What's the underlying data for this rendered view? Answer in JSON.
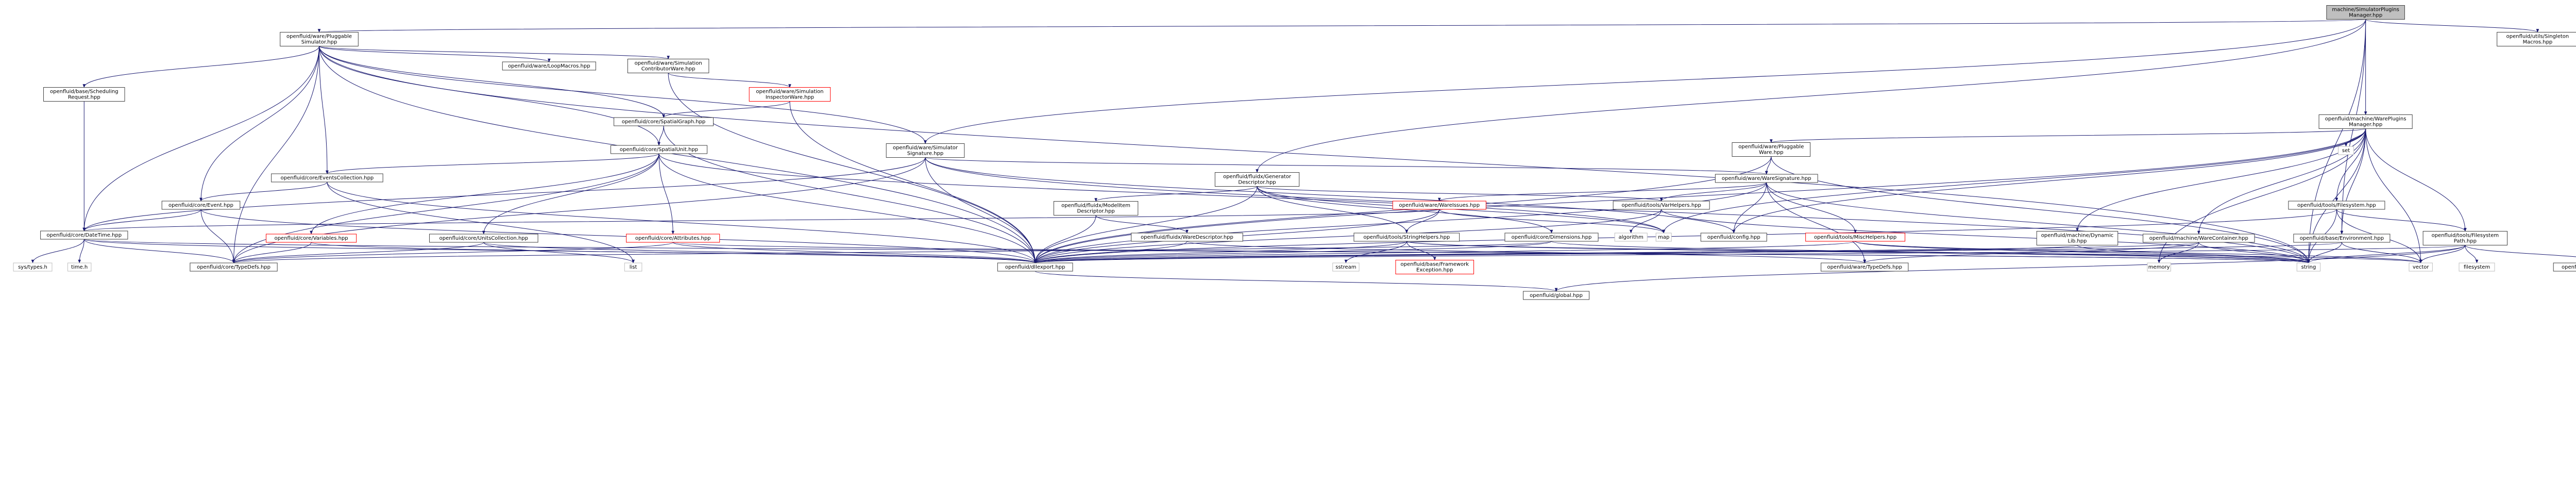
{
  "colors": {
    "edge": "#191970",
    "node_border": "#404040",
    "node_fill": "#ffffff",
    "root_fill": "#bfbfbf",
    "missing_border": "#bfbfbf",
    "red_border": "#ff0000",
    "text": "#000000"
  },
  "graph": {
    "root": "machine_sim",
    "nodes": [
      {
        "id": "machine_sim",
        "lines": [
          "machine/SimulatorPlugins",
          "Manager.hpp"
        ],
        "kind": "root"
      },
      {
        "id": "pluggable_sim",
        "lines": [
          "openfluid/ware/Pluggable",
          "Simulator.hpp"
        ],
        "kind": "normal"
      },
      {
        "id": "singleton",
        "lines": [
          "openfluid/utils/Singleton",
          "Macros.hpp"
        ],
        "kind": "normal"
      },
      {
        "id": "loop_macros",
        "lines": [
          "openfluid/ware/LoopMacros.hpp"
        ],
        "kind": "normal"
      },
      {
        "id": "contributor",
        "lines": [
          "openfluid/ware/Simulation",
          "ContributorWare.hpp"
        ],
        "kind": "normal"
      },
      {
        "id": "scheduling",
        "lines": [
          "openfluid/base/Scheduling",
          "Request.hpp"
        ],
        "kind": "normal"
      },
      {
        "id": "inspector",
        "lines": [
          "openfluid/ware/Simulation",
          "InspectorWare.hpp"
        ],
        "kind": "red"
      },
      {
        "id": "spatialgraph",
        "lines": [
          "openfluid/core/SpatialGraph.hpp"
        ],
        "kind": "normal"
      },
      {
        "id": "spatialunit",
        "lines": [
          "openfluid/core/SpatialUnit.hpp"
        ],
        "kind": "normal"
      },
      {
        "id": "simsig",
        "lines": [
          "openfluid/ware/Simulator",
          "Signature.hpp"
        ],
        "kind": "normal"
      },
      {
        "id": "eventscoll",
        "lines": [
          "openfluid/core/EventsCollection.hpp"
        ],
        "kind": "normal"
      },
      {
        "id": "event",
        "lines": [
          "openfluid/core/Event.hpp"
        ],
        "kind": "normal"
      },
      {
        "id": "datetime",
        "lines": [
          "openfluid/core/DateTime.hpp"
        ],
        "kind": "normal"
      },
      {
        "id": "variables",
        "lines": [
          "openfluid/core/Variables.hpp"
        ],
        "kind": "red"
      },
      {
        "id": "unitscoll",
        "lines": [
          "openfluid/core/UnitsCollection.hpp"
        ],
        "kind": "normal"
      },
      {
        "id": "attributes",
        "lines": [
          "openfluid/core/Attributes.hpp"
        ],
        "kind": "red"
      },
      {
        "id": "generator",
        "lines": [
          "openfluid/fluidx/Generator",
          "Descriptor.hpp"
        ],
        "kind": "normal"
      },
      {
        "id": "modelitem",
        "lines": [
          "openfluid/fluidx/ModelItem",
          "Descriptor.hpp"
        ],
        "kind": "normal"
      },
      {
        "id": "waredesc",
        "lines": [
          "openfluid/fluidx/WareDescriptor.hpp"
        ],
        "kind": "normal"
      },
      {
        "id": "waresig",
        "lines": [
          "openfluid/ware/WareSignature.hpp"
        ],
        "kind": "normal"
      },
      {
        "id": "wareissues",
        "lines": [
          "openfluid/ware/WareIssues.hpp"
        ],
        "kind": "red"
      },
      {
        "id": "varhelpers",
        "lines": [
          "openfluid/tools/VarHelpers.hpp"
        ],
        "kind": "normal"
      },
      {
        "id": "strhelpers",
        "lines": [
          "openfluid/tools/StringHelpers.hpp"
        ],
        "kind": "normal"
      },
      {
        "id": "dimensions",
        "lines": [
          "openfluid/core/Dimensions.hpp"
        ],
        "kind": "normal"
      },
      {
        "id": "mischelpers",
        "lines": [
          "openfluid/tools/MiscHelpers.hpp"
        ],
        "kind": "red"
      },
      {
        "id": "config",
        "lines": [
          "openfluid/config.hpp"
        ],
        "kind": "normal"
      },
      {
        "id": "warepm",
        "lines": [
          "openfluid/machine/WarePlugins",
          "Manager.hpp"
        ],
        "kind": "normal"
      },
      {
        "id": "pluggable_ware",
        "lines": [
          "openfluid/ware/Pluggable",
          "Ware.hpp"
        ],
        "kind": "normal"
      },
      {
        "id": "dynlib",
        "lines": [
          "openfluid/machine/Dynamic",
          "Lib.hpp"
        ],
        "kind": "normal"
      },
      {
        "id": "warecontainer",
        "lines": [
          "openfluid/machine/WareContainer.hpp"
        ],
        "kind": "normal"
      },
      {
        "id": "filesystem",
        "lines": [
          "openfluid/tools/Filesystem.hpp"
        ],
        "kind": "normal"
      },
      {
        "id": "fspath",
        "lines": [
          "openfluid/tools/Filesystem",
          "Path.hpp"
        ],
        "kind": "normal"
      },
      {
        "id": "environment",
        "lines": [
          "openfluid/base/Environment.hpp"
        ],
        "kind": "normal"
      },
      {
        "id": "cpplang",
        "lines": [
          "openfluid/utils/CppLangHelpers.hpp"
        ],
        "kind": "normal"
      },
      {
        "id": "dllexport",
        "lines": [
          "openfluid/dllexport.hpp"
        ],
        "kind": "normal"
      },
      {
        "id": "typedefs_core",
        "lines": [
          "openfluid/core/TypeDefs.hpp"
        ],
        "kind": "normal"
      },
      {
        "id": "typedefs_ware",
        "lines": [
          "openfluid/ware/TypeDefs.hpp"
        ],
        "kind": "normal"
      },
      {
        "id": "fwexception",
        "lines": [
          "openfluid/base/Framework",
          "Exception.hpp"
        ],
        "kind": "red"
      },
      {
        "id": "global",
        "lines": [
          "openfluid/global.hpp"
        ],
        "kind": "normal"
      },
      {
        "id": "sys_types",
        "lines": [
          "sys/types.h"
        ],
        "kind": "system"
      },
      {
        "id": "time_h",
        "lines": [
          "time.h"
        ],
        "kind": "system"
      },
      {
        "id": "list",
        "lines": [
          "list"
        ],
        "kind": "system"
      },
      {
        "id": "map",
        "lines": [
          "map"
        ],
        "kind": "system"
      },
      {
        "id": "algorithm",
        "lines": [
          "algorithm"
        ],
        "kind": "system"
      },
      {
        "id": "sstream",
        "lines": [
          "sstream"
        ],
        "kind": "system"
      },
      {
        "id": "memory",
        "lines": [
          "memory"
        ],
        "kind": "system"
      },
      {
        "id": "string",
        "lines": [
          "string"
        ],
        "kind": "system"
      },
      {
        "id": "vector",
        "lines": [
          "vector"
        ],
        "kind": "system"
      },
      {
        "id": "filesystem_std",
        "lines": [
          "filesystem"
        ],
        "kind": "system"
      },
      {
        "id": "set",
        "lines": [
          "set"
        ],
        "kind": "system"
      }
    ],
    "edges": [
      [
        "machine_sim",
        "pluggable_sim"
      ],
      [
        "machine_sim",
        "singleton"
      ],
      [
        "machine_sim",
        "warepm"
      ],
      [
        "machine_sim",
        "simsig"
      ],
      [
        "machine_sim",
        "generator"
      ],
      [
        "machine_sim",
        "environment"
      ],
      [
        "machine_sim",
        "string"
      ],
      [
        "pluggable_sim",
        "loop_macros"
      ],
      [
        "pluggable_sim",
        "contributor"
      ],
      [
        "pluggable_sim",
        "scheduling"
      ],
      [
        "pluggable_sim",
        "spatialgraph"
      ],
      [
        "pluggable_sim",
        "spatialunit"
      ],
      [
        "pluggable_sim",
        "simsig"
      ],
      [
        "pluggable_sim",
        "eventscoll"
      ],
      [
        "pluggable_sim",
        "event"
      ],
      [
        "pluggable_sim",
        "datetime"
      ],
      [
        "pluggable_sim",
        "typedefs_core"
      ],
      [
        "pluggable_sim",
        "dllexport"
      ],
      [
        "pluggable_sim",
        "string"
      ],
      [
        "contributor",
        "inspector"
      ],
      [
        "contributor",
        "dllexport"
      ],
      [
        "inspector",
        "spatialgraph"
      ],
      [
        "inspector",
        "dllexport"
      ],
      [
        "scheduling",
        "datetime"
      ],
      [
        "spatialgraph",
        "spatialunit"
      ],
      [
        "spatialgraph",
        "dllexport"
      ],
      [
        "spatialunit",
        "eventscoll"
      ],
      [
        "spatialunit",
        "variables"
      ],
      [
        "spatialunit",
        "unitscoll"
      ],
      [
        "spatialunit",
        "attributes"
      ],
      [
        "spatialunit",
        "dllexport"
      ],
      [
        "spatialunit",
        "typedefs_core"
      ],
      [
        "spatialunit",
        "map"
      ],
      [
        "simsig",
        "waresig"
      ],
      [
        "simsig",
        "datetime"
      ],
      [
        "simsig",
        "dllexport"
      ],
      [
        "simsig",
        "config"
      ],
      [
        "simsig",
        "typedefs_core"
      ],
      [
        "simsig",
        "string"
      ],
      [
        "eventscoll",
        "event"
      ],
      [
        "eventscoll",
        "dllexport"
      ],
      [
        "eventscoll",
        "list"
      ],
      [
        "event",
        "datetime"
      ],
      [
        "event",
        "typedefs_core"
      ],
      [
        "event",
        "dllexport"
      ],
      [
        "datetime",
        "dllexport"
      ],
      [
        "datetime",
        "typedefs_core"
      ],
      [
        "datetime",
        "sys_types"
      ],
      [
        "datetime",
        "time_h"
      ],
      [
        "datetime",
        "string"
      ],
      [
        "variables",
        "dllexport"
      ],
      [
        "variables",
        "typedefs_core"
      ],
      [
        "unitscoll",
        "dllexport"
      ],
      [
        "unitscoll",
        "typedefs_core"
      ],
      [
        "unitscoll",
        "list"
      ],
      [
        "attributes",
        "dllexport"
      ],
      [
        "attributes",
        "typedefs_core"
      ],
      [
        "attributes",
        "string"
      ],
      [
        "generator",
        "modelitem"
      ],
      [
        "generator",
        "strhelpers"
      ],
      [
        "generator",
        "dimensions"
      ],
      [
        "generator",
        "dllexport"
      ],
      [
        "generator",
        "varhelpers"
      ],
      [
        "generator",
        "map"
      ],
      [
        "modelitem",
        "waredesc"
      ],
      [
        "modelitem",
        "dllexport"
      ],
      [
        "waredesc",
        "dllexport"
      ],
      [
        "waredesc",
        "typedefs_ware"
      ],
      [
        "waresig",
        "wareissues"
      ],
      [
        "waresig",
        "varhelpers"
      ],
      [
        "waresig",
        "mischelpers"
      ],
      [
        "waresig",
        "config"
      ],
      [
        "waresig",
        "typedefs_ware"
      ],
      [
        "waresig",
        "dllexport"
      ],
      [
        "waresig",
        "string"
      ],
      [
        "wareissues",
        "strhelpers"
      ],
      [
        "wareissues",
        "datetime"
      ],
      [
        "wareissues",
        "dllexport"
      ],
      [
        "wareissues",
        "map"
      ],
      [
        "varhelpers",
        "dllexport"
      ],
      [
        "varhelpers",
        "algorithm"
      ],
      [
        "varhelpers",
        "string"
      ],
      [
        "strhelpers",
        "dllexport"
      ],
      [
        "strhelpers",
        "fwexception"
      ],
      [
        "strhelpers",
        "sstream"
      ],
      [
        "strhelpers",
        "string"
      ],
      [
        "strhelpers",
        "vector"
      ],
      [
        "dimensions",
        "dllexport"
      ],
      [
        "dimensions",
        "typedefs_core"
      ],
      [
        "dimensions",
        "string"
      ],
      [
        "mischelpers",
        "dllexport"
      ],
      [
        "mischelpers",
        "string"
      ],
      [
        "mischelpers",
        "vector"
      ],
      [
        "warepm",
        "pluggable_ware"
      ],
      [
        "warepm",
        "dynlib"
      ],
      [
        "warepm",
        "warecontainer"
      ],
      [
        "warepm",
        "filesystem"
      ],
      [
        "warepm",
        "fspath"
      ],
      [
        "warepm",
        "environment"
      ],
      [
        "warepm",
        "config"
      ],
      [
        "warepm",
        "dllexport"
      ],
      [
        "warepm",
        "map"
      ],
      [
        "warepm",
        "set"
      ],
      [
        "warepm",
        "string"
      ],
      [
        "warepm",
        "vector"
      ],
      [
        "warepm",
        "memory"
      ],
      [
        "pluggable_ware",
        "waresig"
      ],
      [
        "pluggable_ware",
        "dllexport"
      ],
      [
        "pluggable_ware",
        "string"
      ],
      [
        "dynlib",
        "dllexport"
      ],
      [
        "dynlib",
        "string"
      ],
      [
        "warecontainer",
        "typedefs_ware"
      ],
      [
        "warecontainer",
        "dllexport"
      ],
      [
        "warecontainer",
        "memory"
      ],
      [
        "warecontainer",
        "string"
      ],
      [
        "filesystem",
        "fspath"
      ],
      [
        "filesystem",
        "dllexport"
      ],
      [
        "filesystem",
        "string"
      ],
      [
        "filesystem",
        "vector"
      ],
      [
        "fspath",
        "cpplang"
      ],
      [
        "fspath",
        "dllexport"
      ],
      [
        "fspath",
        "global"
      ],
      [
        "fspath",
        "string"
      ],
      [
        "fspath",
        "vector"
      ],
      [
        "fspath",
        "filesystem_std"
      ],
      [
        "environment",
        "dllexport"
      ],
      [
        "environment",
        "string"
      ],
      [
        "environment",
        "vector"
      ],
      [
        "dllexport",
        "global"
      ]
    ]
  }
}
